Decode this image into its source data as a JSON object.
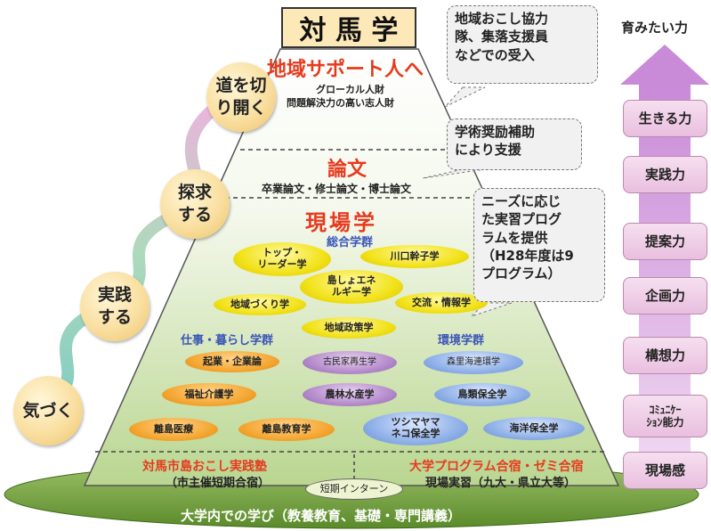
{
  "title": "対 馬 学",
  "top_label": "地域サポート人へ",
  "top_sub1": "グローカル人財",
  "top_sub2": "問題解決力の高い志人財",
  "ronbun": "論文",
  "ronbun_sub": "卒業論文・修士論文・博士論文",
  "genba": "現場学",
  "groups": {
    "sogo": "総合学群",
    "shigoto": "仕事・暮らし学群",
    "kankyo": "環境学群"
  },
  "ovals": {
    "o1": "トップ・\nリーダー学",
    "o2": "川口幹子学",
    "o3": "島しょエネ\nルギー学",
    "o4": "地域づくり学",
    "o5": "交流・情報学",
    "o6": "地域政策学",
    "o7": "起業・企業論",
    "o8": "古民家再生学",
    "o9": "森里海連環学",
    "o10": "福祉介護学",
    "o11": "農林水産学",
    "o12": "鳥類保全学",
    "o13": "離島医療",
    "o14": "離島教育学",
    "o15": "ツシマヤマ\nネコ保全学",
    "o16": "海洋保全学"
  },
  "base": {
    "left1": "対馬市島おこし実践塾",
    "left2": "（市主催短期合宿）",
    "right1": "大学プログラム合宿・ゼミ合宿",
    "right2": "現場実習（九大・県立大等）",
    "intern": "短期インターン",
    "bottom": "大学内での学び（教養教育、基礎・専門講義）"
  },
  "callouts": {
    "c1": "地域おこし協力\n隊、集落支援員\nなどでの受入",
    "c2": "学術奨励補助\nにより支援",
    "c3": "ニーズに応じ\nた実習プログ\nラムを提供\n（H28年度は9\nプログラム）"
  },
  "steps": {
    "s1": "道を切\nり開く",
    "s2": "探求\nする",
    "s3": "実践\nする",
    "s4": "気づく"
  },
  "right_title": "育みたい力",
  "abilities": [
    "生きる力",
    "実践力",
    "提案力",
    "企画力",
    "構想力",
    "ｺﾐｭﾆｹｰ\nｼｮﾝ能力",
    "現場感"
  ],
  "colors": {
    "red": "#e63a1e",
    "blue": "#3a55b8",
    "arrow": "#c98ad8"
  }
}
